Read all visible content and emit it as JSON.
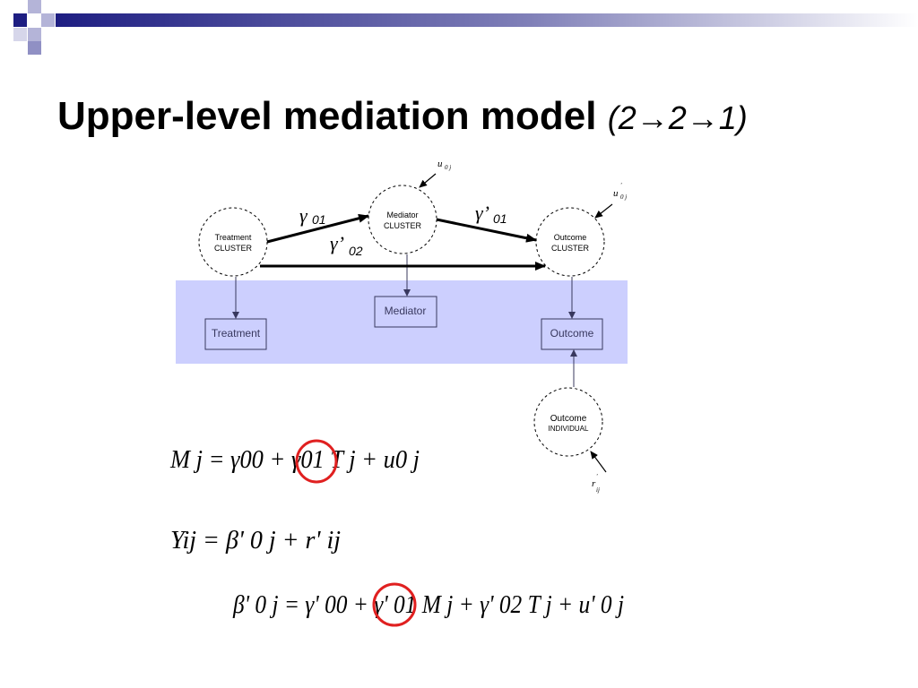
{
  "slide": {
    "title_main": "Upper-level mediation model",
    "title_paren": "(2→2→1)"
  },
  "diagram": {
    "nodes": {
      "treatment_cluster": [
        "Treatment",
        "CLUSTER"
      ],
      "mediator_cluster": [
        "Mediator",
        "CLUSTER"
      ],
      "outcome_cluster": [
        "Outcome",
        "CLUSTER"
      ],
      "outcome_individual": [
        "Outcome",
        "INDIVIDUAL"
      ]
    },
    "boxes": {
      "treatment": "Treatment",
      "mediator": "Mediator",
      "outcome": "Outcome"
    },
    "paths": {
      "g01": {
        "sym": "γ",
        "sub": "01"
      },
      "gp01": {
        "sym": "γ’",
        "sub": "01"
      },
      "gp02": {
        "sym": "γ’",
        "sub": "02"
      }
    },
    "errors": {
      "u0j": {
        "sym": "u",
        "sub": "0 j"
      },
      "up0j": {
        "sym": "u",
        "prime": "'",
        "sub": "0 j"
      },
      "rij": {
        "sym": "r",
        "prime": "'",
        "sub": "ij"
      }
    }
  },
  "equations": {
    "eq1": "M j = γ00 + γ01 T j + u0 j",
    "eq2": "Yij = β' 0 j + r' ij",
    "eq3": "β' 0 j = γ' 00 + γ' 01 M j + γ' 02 T j + u' 0 j"
  },
  "colors": {
    "title_bar_dark": "#1e1e82",
    "level1_band": "#cccffe",
    "highlight": "#e02020"
  }
}
